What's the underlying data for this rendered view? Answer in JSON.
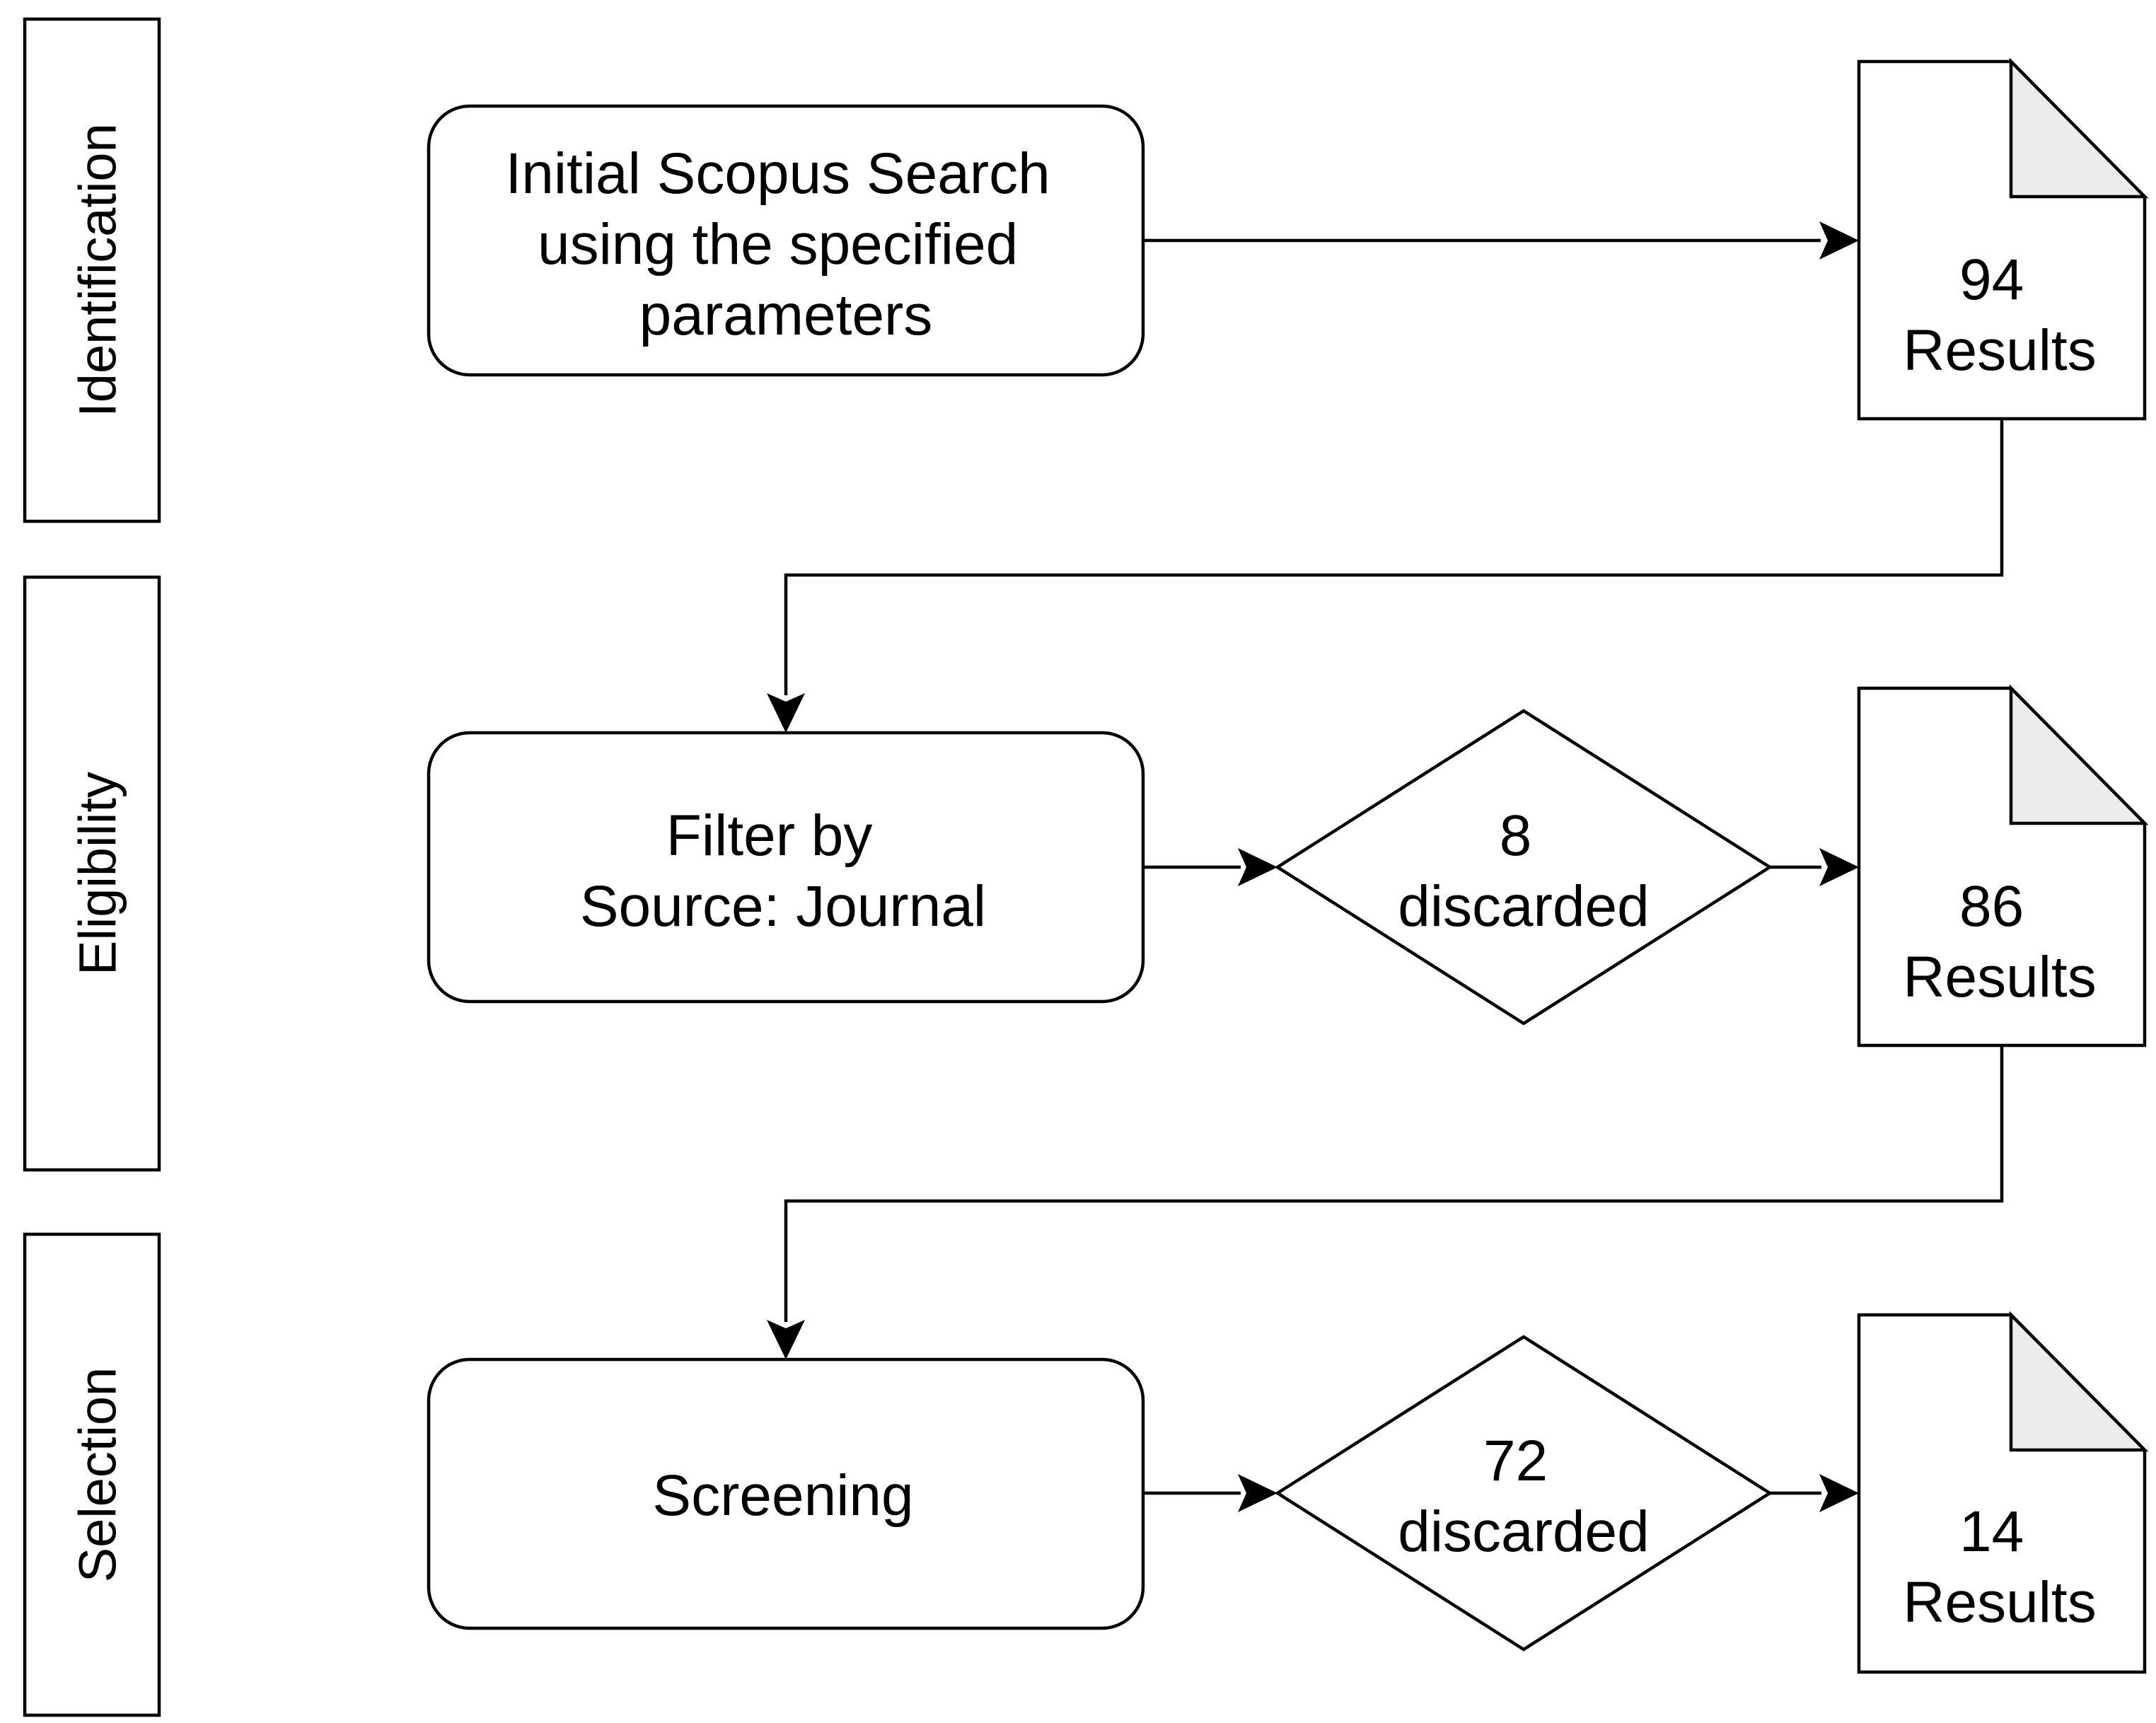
{
  "stages": [
    {
      "id": "identification",
      "label": "Identification"
    },
    {
      "id": "eligibility",
      "label": "Eligibility"
    },
    {
      "id": "selection",
      "label": "Selection"
    }
  ],
  "processes": {
    "search": {
      "lines": [
        "Initial Scopus Search",
        "using the specified",
        "parameters"
      ]
    },
    "filter": {
      "lines": [
        "Filter by",
        "Source: Journal"
      ]
    },
    "screening": {
      "lines": [
        "Screening"
      ]
    }
  },
  "decisions": {
    "filter_discard": {
      "count": "8",
      "text": "discarded"
    },
    "screening_discard": {
      "count": "72",
      "text": "discarded"
    }
  },
  "results": {
    "initial": {
      "count": "94",
      "text": "Results"
    },
    "eligible": {
      "count": "86",
      "text": "Results"
    },
    "selected": {
      "count": "14",
      "text": "Results"
    }
  },
  "colors": {
    "stroke": "#000000",
    "fill": "#ffffff",
    "fold_fill": "#ececec"
  }
}
